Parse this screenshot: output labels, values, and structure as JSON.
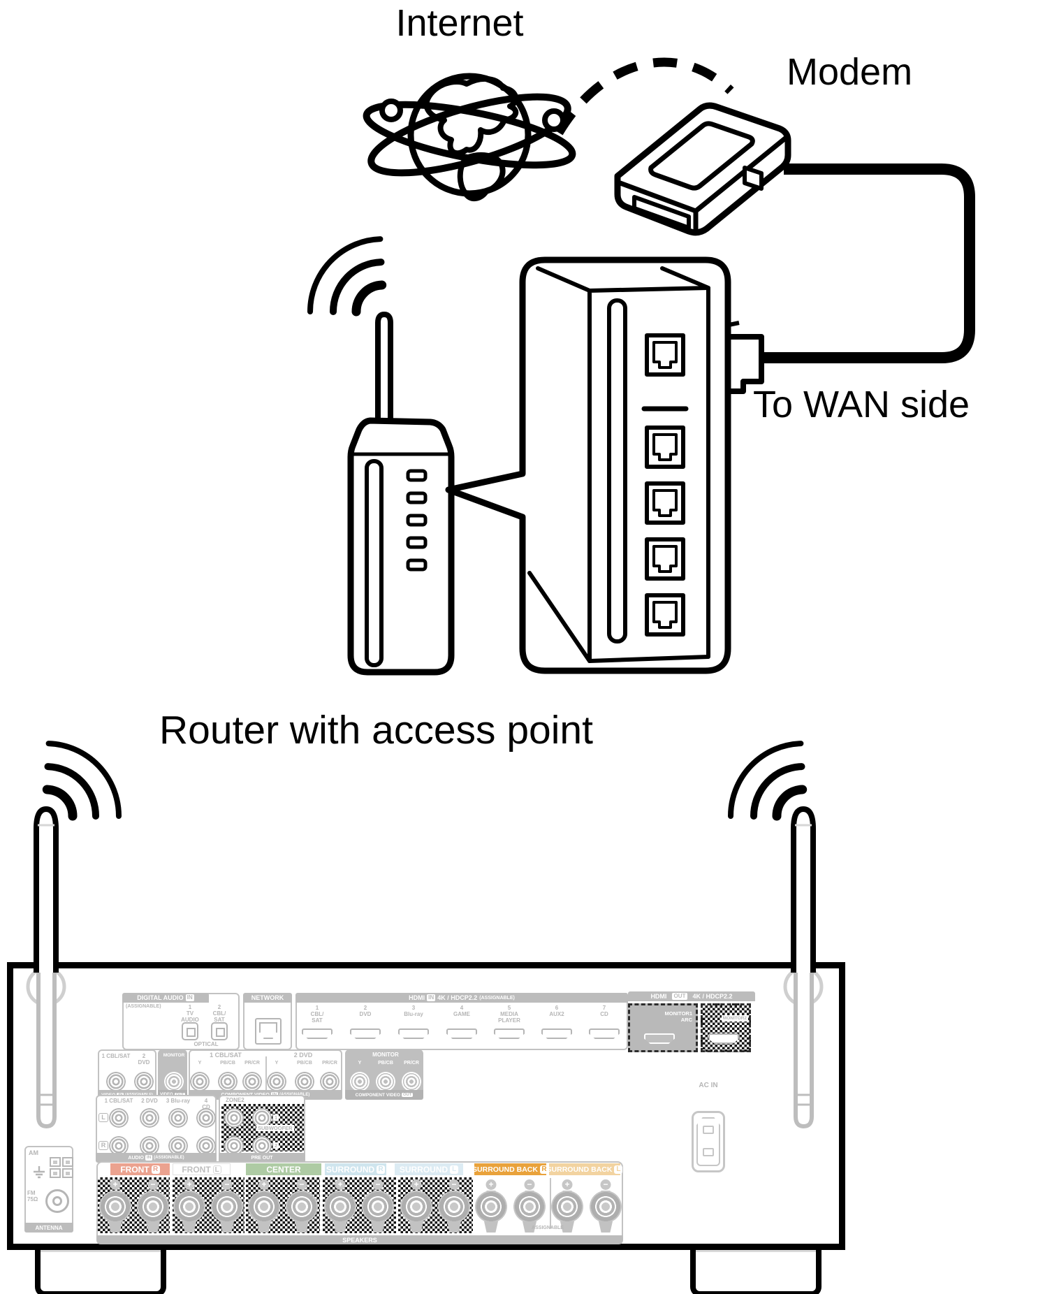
{
  "labels": {
    "internet": "Internet",
    "modem": "Modem",
    "to_wan_side": "To WAN side",
    "router_caption": "Router with access point"
  },
  "receiver": {
    "digital_audio": {
      "title": "DIGITAL AUDIO",
      "badge": "IN",
      "assignable": "(ASSIGNABLE)",
      "port1": "1\nTV\nAUDIO",
      "port2": "2\nCBL/\nSAT",
      "optical": "OPTICAL"
    },
    "network": {
      "title": "NETWORK"
    },
    "hdmi_in": {
      "title": "HDMI",
      "badge": "IN",
      "spec": "4K / HDCP2.2",
      "assignable": "(ASSIGNABLE)",
      "ports": [
        "1\nCBL/\nSAT",
        "2\nDVD",
        "3\nBlu-ray",
        "4\nGAME",
        "5\nMEDIA\nPLAYER",
        "6\nAUX2",
        "7\nCD"
      ]
    },
    "hdmi_out": {
      "title": "HDMI",
      "badge": "OUT",
      "spec": "4K / HDCP2.2",
      "monitor1": "MONITOR1\nARC",
      "monitor2": "MONITOR2"
    },
    "video_in": {
      "port1": "1 CBL/SAT",
      "port2": "2 DVD",
      "bar": "VIDEO",
      "badge": "IN",
      "assignable": "(ASSIGNABLE)"
    },
    "video_out": {
      "title": "MONITOR",
      "bar": "VIDEO",
      "badge": "OUT"
    },
    "component_in": {
      "group1": "1 CBL/SAT",
      "group2": "2 DVD",
      "col1": "Y",
      "col2": "PB/CB",
      "col3": "PR/CR",
      "bar": "COMPONENT VIDEO",
      "badge": "IN",
      "assignable": "(ASSIGNABLE)"
    },
    "component_out": {
      "title": "MONITOR",
      "col1": "Y",
      "col2": "PB/CB",
      "col3": "PR/CR",
      "bar": "COMPONENT VIDEO",
      "badge": "OUT"
    },
    "audio_in": {
      "port1": "1 CBL/SAT",
      "port2": "2 DVD",
      "port3": "3 Blu-ray",
      "port4": "4 CD",
      "left": "L",
      "right": "R",
      "bar": "AUDIO",
      "badge": "IN",
      "assignable": "(ASSIGNABLE)"
    },
    "pre_out": {
      "zone2": "ZONE2",
      "subwoofer": "SUBWOOFER",
      "sub1": "1",
      "sub2": "2",
      "bar": "PRE OUT"
    },
    "antenna": {
      "am": "AM",
      "fm": "FM\n75Ω",
      "bar": "ANTENNA"
    },
    "ac_in": "AC IN",
    "speakers": {
      "plus": "+",
      "minus": "−",
      "assignable": "ASSIGNABLE",
      "bar": "SPEAKERS",
      "labels": [
        {
          "text": "FRONT",
          "side": "R"
        },
        {
          "text": "FRONT",
          "side": "L"
        },
        {
          "text": "CENTER",
          "side": ""
        },
        {
          "text": "SURROUND",
          "side": "R"
        },
        {
          "text": "SURROUND",
          "side": "L"
        },
        {
          "text": "SURROUND BACK",
          "side": "R"
        },
        {
          "text": "SURROUND BACK",
          "side": "L"
        }
      ]
    },
    "colors": {
      "front_r": "#eba28f",
      "center": "#aecba4",
      "surround_r": "#cfe5ee",
      "surround_l": "#dcebf3",
      "surround_back_r": "#e9a23b",
      "surround_back_l": "#f2d3a0",
      "panel_gray": "#b5b5b5"
    }
  }
}
